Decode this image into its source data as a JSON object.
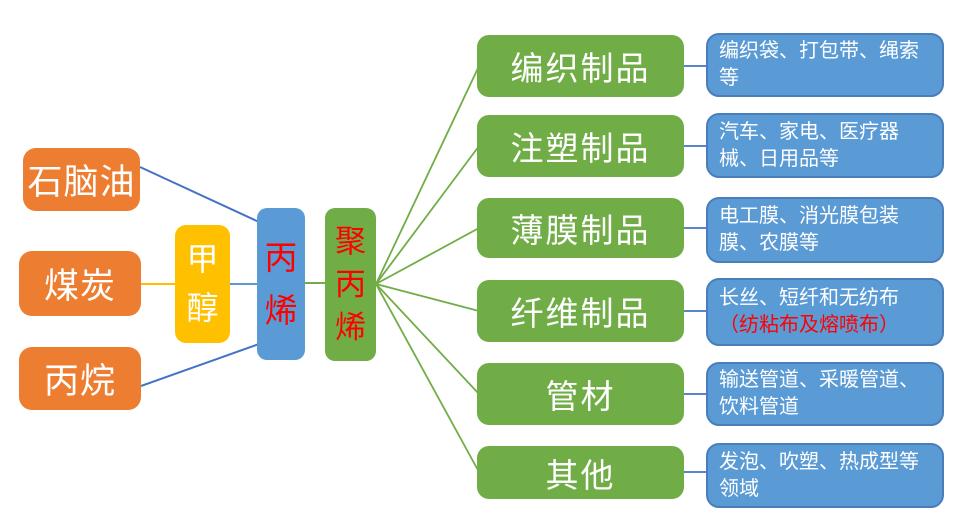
{
  "diagram_title": "polypropylene-industry-chain",
  "colors": {
    "feedstock_orange": "#ED7D31",
    "methanol_yellow": "#FFC000",
    "propylene_blue": "#5B9BD5",
    "green": "#70AD47",
    "desc_blue": "#5B9BD5",
    "red_text": "#FF0000",
    "edge_blue": "#4472C4",
    "edge_light_blue": "#5B9BD5",
    "edge_yellow": "#FFC000",
    "edge_green": "#70AD47"
  },
  "feedstocks": [
    {
      "label": "石脑油"
    },
    {
      "label": "煤炭"
    },
    {
      "label": "丙烷"
    }
  ],
  "intermediates": {
    "methanol": {
      "label": "甲醇"
    },
    "propylene": {
      "label": "丙烯"
    },
    "polypropylene": {
      "label": "聚丙烯"
    }
  },
  "applications": [
    {
      "category": "编织制品",
      "examples": "编织袋、打包带、绳索等"
    },
    {
      "category": "注塑制品",
      "examples": "汽车、家电、医疗器械、日用品等"
    },
    {
      "category": "薄膜制品",
      "examples": "电工膜、消光膜包装膜、农膜等"
    },
    {
      "category": "纤维制品",
      "examples": "长丝、短纤和无纺布",
      "examples_red": "（纺粘布及熔喷布）"
    },
    {
      "category": "管材",
      "examples": "输送管道、采暖管道、饮料管道"
    },
    {
      "category": "其他",
      "examples": "发泡、吹塑、热成型等领域"
    }
  ]
}
